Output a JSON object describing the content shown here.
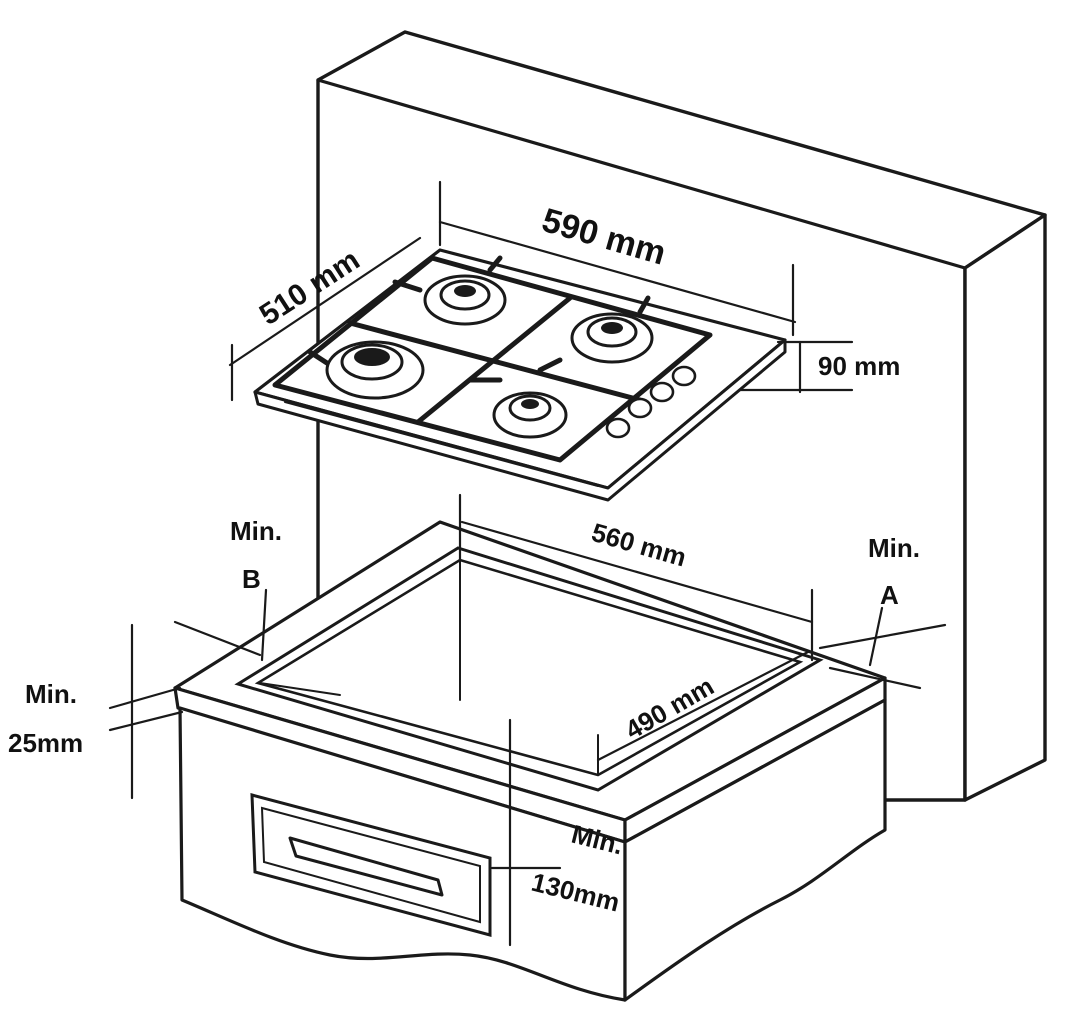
{
  "dimensions": {
    "hob_width": "590 mm",
    "hob_depth": "510 mm",
    "hob_height": "90 mm",
    "cutout_width": "560 mm",
    "cutout_depth": "490 mm",
    "min_b_line1": "Min.",
    "min_b_line2": "B",
    "min_a_line1": "Min.",
    "min_a_line2": "A",
    "min_front_line1": "Min.",
    "min_front_line2": "25mm",
    "min_drawer_line1": "Min.",
    "min_drawer_line2": "130mm"
  },
  "colors": {
    "line": "#1a1a1a",
    "background": "#ffffff"
  }
}
